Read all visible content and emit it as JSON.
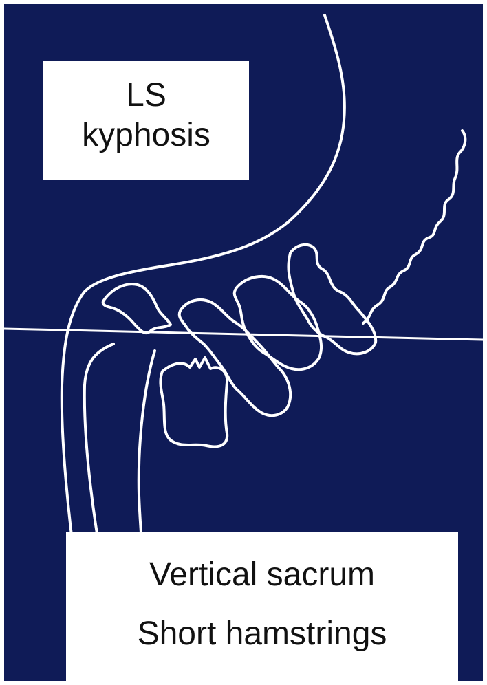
{
  "labels": {
    "top": {
      "line1": "LS",
      "line2": "kyphosis"
    },
    "bottom": {
      "line1": "Vertical sacrum",
      "line2": "Short hamstrings"
    }
  },
  "colors": {
    "background": "#0f1b57",
    "outline": "#ffffff",
    "label_box": "#ffffff",
    "label_text": "#111111"
  }
}
